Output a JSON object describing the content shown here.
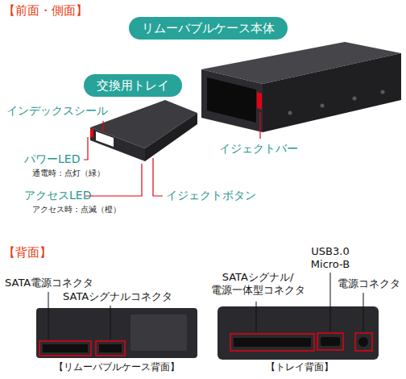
{
  "diagram": {
    "nodes": [
      {
        "text": [
          "リムーバブルケース本体"
        ]
      },
      {
        "text": [
          "交換用トレイ"
        ]
      }
    ],
    "labels": [
      "【前面・側面】",
      "インデックスシール",
      "イジェクトバー",
      "パワーLED",
      "通電時：点灯（緑）",
      "アクセスLED",
      "アクセス時：点滅（橙）",
      "イジェクトボタン",
      "【背面】",
      "SATA電源コネクタ",
      "SATAシグナルコネクタ",
      "USB3.0 Micro-B",
      "SATAシグナル/ 電源一体型コネクタ",
      "電源コネクタ",
      "【リムーバブルケース背面】",
      "【トレイ背面】"
    ]
  }
}
